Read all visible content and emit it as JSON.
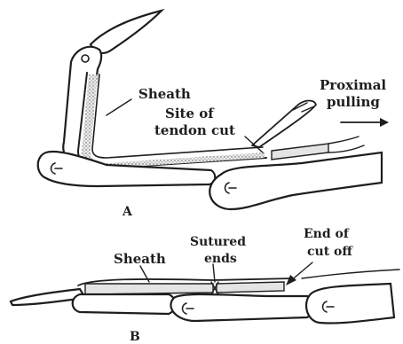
{
  "panel_a": {
    "label": "A",
    "sheath_label": "Sheath",
    "cut_label_line1": "Site of",
    "cut_label_line2": "tendon cut",
    "pull_label_line1": "Proximal",
    "pull_label_line2": "pulling"
  },
  "panel_b": {
    "label": "B",
    "sheath_label": "Sheath",
    "sutured_line1": "Sutured",
    "sutured_line2": "ends",
    "cutoff_line1": "End of",
    "cutoff_line2": "cut off"
  }
}
